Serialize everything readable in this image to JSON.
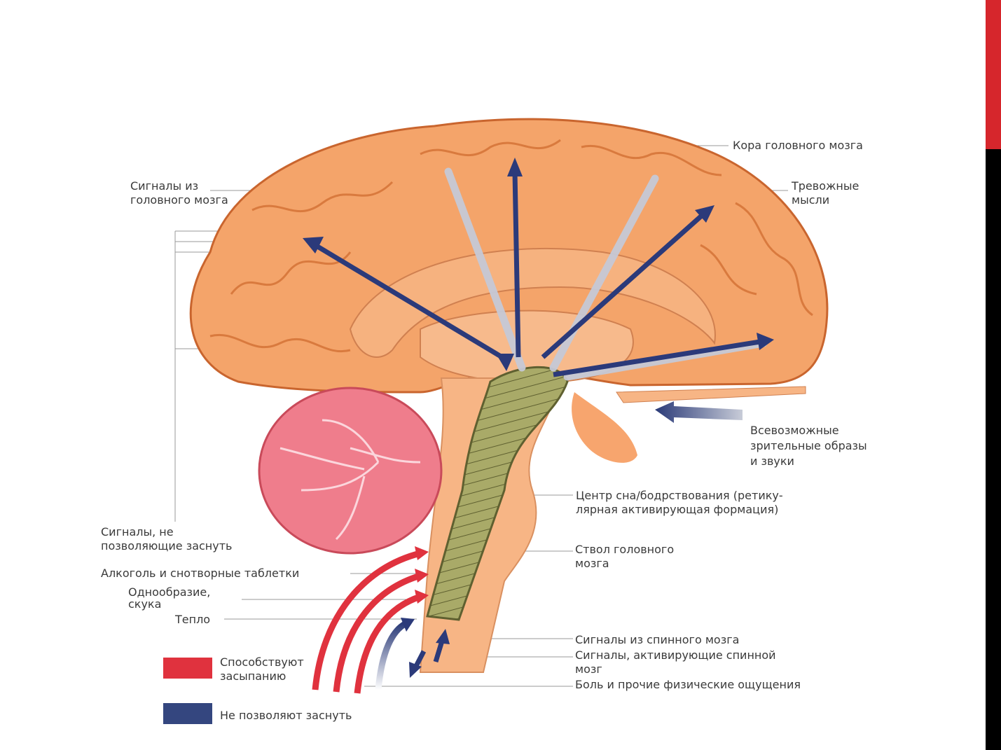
{
  "colors": {
    "accent_bar": "#d6262c",
    "cortex": "#f4a46a",
    "cerebellum": "#ef7d8c",
    "brainstem": "#f7b585",
    "reticular": "#a7a865",
    "promote_sleep": "#e0323e",
    "prevent_sleep": "#34467f"
  },
  "labels": {
    "cortex": "Кора головного мозга",
    "signals_from_brain": "Сигналы из\nголовного мозга",
    "anxious_thoughts": "Тревожные\nмысли",
    "visual_sounds": "Всевозможные\nзрительные образы\nи звуки",
    "sleep_center": "Центр сна/бодрствования (ретику-\nлярная активирующая формация)",
    "brainstem": "Ствол головного\nмозга",
    "signals_no_sleep": "Сигналы, не\nпозволяющие заснуть",
    "alcohol": "Алкоголь и снотворные таблетки",
    "monotony": "Однообразие,\nскука",
    "warmth": "Тепло",
    "spinal_signals": "Сигналы из спинного мозга",
    "spinal_activating": "Сигналы, активирующие спинной\nмозг",
    "pain": "Боль и прочие физические ощущения"
  },
  "legend": [
    {
      "label": "Способствуют\nзасыпанию",
      "color": "#e0323e"
    },
    {
      "label": "Не позволяют заснуть",
      "color": "#34467f"
    }
  ]
}
